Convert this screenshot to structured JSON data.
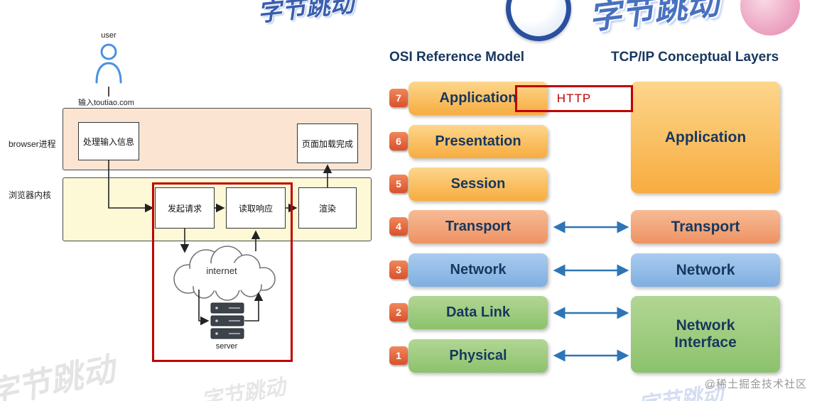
{
  "watermarks": {
    "logo_text": "字节跳动",
    "credit": "@稀土掘金技术社区"
  },
  "flow": {
    "user_label": "user",
    "input_arrow_label": "输入toutiao.com",
    "browser_process_label": "browser进程",
    "browser_kernel_label": "浏览器内核",
    "boxes": {
      "process_input": "处理输入信息",
      "page_loaded": "页面加载完成",
      "send_request": "发起请求",
      "read_response": "读取响应",
      "render": "渲染"
    },
    "internet_label": "internet",
    "server_label": "server",
    "highlight_color": "#C00000"
  },
  "osi": {
    "title": "OSI Reference Model",
    "layers": [
      {
        "num": "7",
        "label": "Application",
        "color": "#F7AC3F"
      },
      {
        "num": "6",
        "label": "Presentation",
        "color": "#F7AC3F"
      },
      {
        "num": "5",
        "label": "Session",
        "color": "#F7AC3F"
      },
      {
        "num": "4",
        "label": "Transport",
        "color": "#EE9263"
      },
      {
        "num": "3",
        "label": "Network",
        "color": "#7FAFE0"
      },
      {
        "num": "2",
        "label": "Data Link",
        "color": "#8CC26C"
      },
      {
        "num": "1",
        "label": "Physical",
        "color": "#8CC26C"
      }
    ]
  },
  "tcpip": {
    "title": "TCP/IP Conceptual Layers",
    "layers": [
      {
        "label": "Application",
        "color": "#F7AC3F"
      },
      {
        "label": "Transport",
        "color": "#EE9263"
      },
      {
        "label": "Network",
        "color": "#7FAFE0"
      },
      {
        "label": "Network Interface",
        "color": "#8CC26C"
      }
    ]
  },
  "annotation": {
    "http_label": "HTTP",
    "highlight_color": "#C00000",
    "arrow_color": "#2E75B6"
  }
}
